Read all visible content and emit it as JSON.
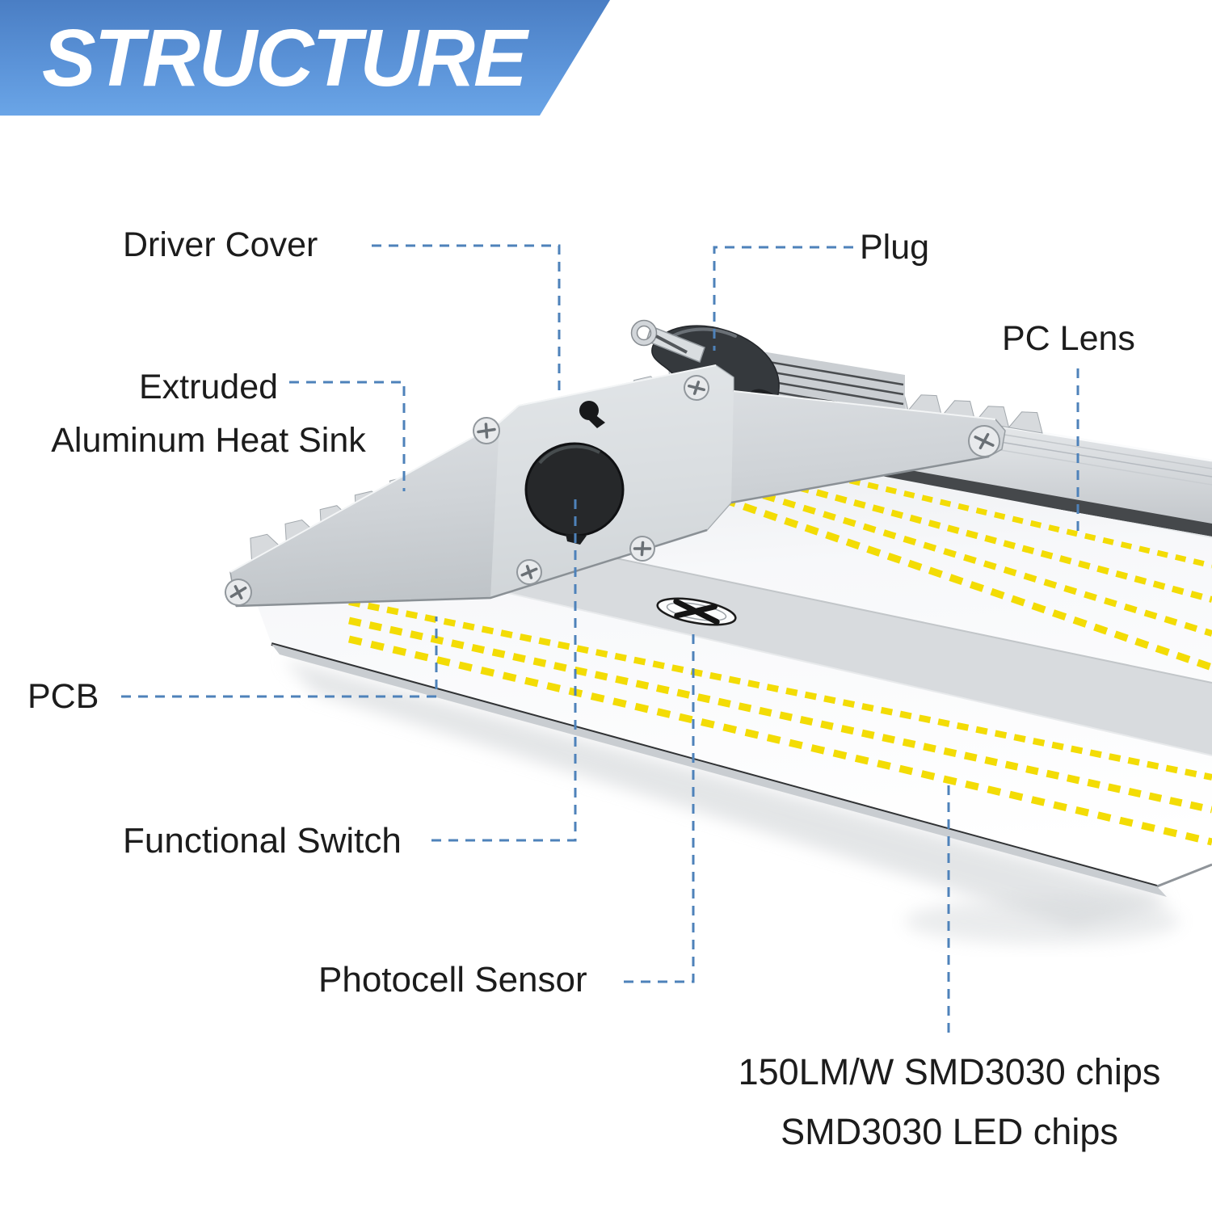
{
  "banner": {
    "title": "STRUCTURE"
  },
  "labels": {
    "driver_cover": "Driver Cover",
    "plug": "Plug",
    "pc_lens": "PC Lens",
    "heat_sink_line1": "Extruded",
    "heat_sink_line2": "Aluminum Heat Sink",
    "pcb": "PCB",
    "functional_switch": "Functional Switch",
    "photocell_sensor": "Photocell Sensor",
    "chips_line1": "150LM/W SMD3030 chips",
    "chips_line2": "SMD3030 LED chips"
  },
  "colors": {
    "banner_top": "#4a7ec4",
    "banner_bottom": "#6aa5e7",
    "leader_line": "#4e82ba",
    "led_yellow": "#f3dc05",
    "label_text": "#1c1c1c"
  }
}
